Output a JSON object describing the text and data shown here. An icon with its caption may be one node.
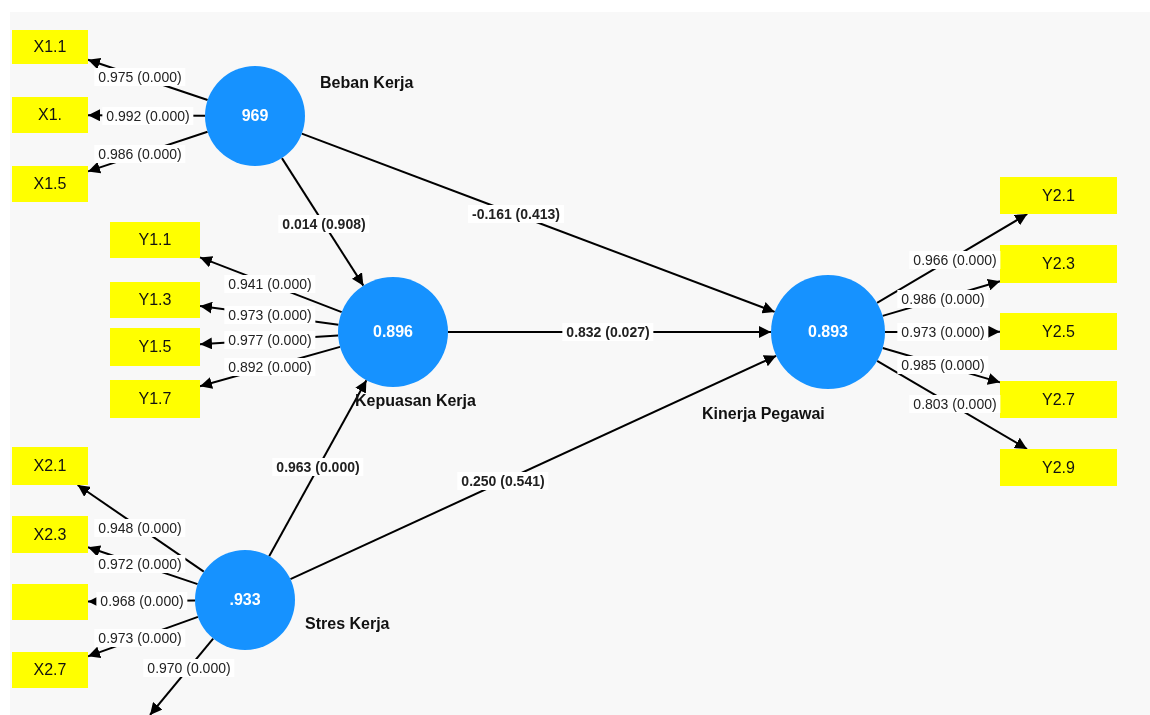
{
  "diagram": {
    "nodes": [
      {
        "text": [
          "X1.1"
        ]
      },
      {
        "text": [
          "X1."
        ]
      },
      {
        "text": [
          "X1.5"
        ]
      },
      {
        "text": [
          "969",
          "Beban Kerja"
        ]
      },
      {
        "text": [
          "Y1.1"
        ]
      },
      {
        "text": [
          "Y1.3"
        ]
      },
      {
        "text": [
          "Y1.5"
        ]
      },
      {
        "text": [
          "Y1.7"
        ]
      },
      {
        "text": [
          "0.896",
          "Kepuasan Kerja"
        ]
      },
      {
        "text": [
          "X2.1"
        ]
      },
      {
        "text": [
          "X2.3"
        ]
      },
      {
        "text": [],
        "shape": "box"
      },
      {
        "text": [
          "X2.7"
        ]
      },
      {
        "text": [
          ".933",
          "Stres Kerja"
        ]
      },
      {
        "text": [
          "0.893",
          "Kinerja Pegawai"
        ]
      },
      {
        "text": [
          "Y2.1"
        ]
      },
      {
        "text": [
          "Y2.3"
        ]
      },
      {
        "text": [
          "Y2.5"
        ]
      },
      {
        "text": [
          "Y2.7"
        ]
      },
      {
        "text": [
          "Y2.9"
        ]
      }
    ],
    "edges": [
      {
        "from": 3,
        "to": 0,
        "arrow": "to",
        "label": "0.975 (0.000)"
      },
      {
        "from": 3,
        "to": 1,
        "arrow": "to",
        "label": "0.992 (0.000)"
      },
      {
        "from": 3,
        "to": 2,
        "arrow": "to",
        "label": "0.986 (0.000)"
      },
      {
        "from": 8,
        "to": 4,
        "arrow": "to",
        "label": "0.941 (0.000)"
      },
      {
        "from": 8,
        "to": 5,
        "arrow": "to",
        "label": "0.973 (0.000)"
      },
      {
        "from": 8,
        "to": 6,
        "arrow": "to",
        "label": "0.977 (0.000)"
      },
      {
        "from": 8,
        "to": 7,
        "arrow": "to",
        "label": "0.892 (0.000)"
      },
      {
        "from": 13,
        "to": 9,
        "arrow": "to",
        "label": "0.948 (0.000)"
      },
      {
        "from": 13,
        "to": 10,
        "arrow": "to",
        "label": "0.972 (0.000)"
      },
      {
        "from": 13,
        "to": 11,
        "arrow": "to",
        "label": "0.968 (0.000)"
      },
      {
        "from": 13,
        "to": 12,
        "arrow": "to",
        "label": "0.973 (0.000)"
      },
      {
        "from": 13,
        "to": null,
        "arrow": "to",
        "label": "0.970 (0.000)"
      },
      {
        "from": 14,
        "to": 15,
        "arrow": "to",
        "label": "0.966 (0.000)"
      },
      {
        "from": 14,
        "to": 16,
        "arrow": "to",
        "label": "0.986 (0.000)"
      },
      {
        "from": 14,
        "to": 17,
        "arrow": "to",
        "label": "0.973 (0.000)"
      },
      {
        "from": 14,
        "to": 18,
        "arrow": "to",
        "label": "0.985 (0.000)"
      },
      {
        "from": 14,
        "to": 19,
        "arrow": "to",
        "label": "0.803 (0.000)"
      },
      {
        "from": 3,
        "to": 8,
        "arrow": "to",
        "label": "0.014 (0.908)"
      },
      {
        "from": 3,
        "to": 14,
        "arrow": "to",
        "label": "-0.161 (0.413)"
      },
      {
        "from": 8,
        "to": 14,
        "arrow": "to",
        "label": "0.832 (0.027)"
      },
      {
        "from": 13,
        "to": 8,
        "arrow": "to",
        "label": "0.963 (0.000)"
      },
      {
        "from": 13,
        "to": 14,
        "arrow": "to",
        "label": "0.250 (0.541)"
      }
    ]
  }
}
